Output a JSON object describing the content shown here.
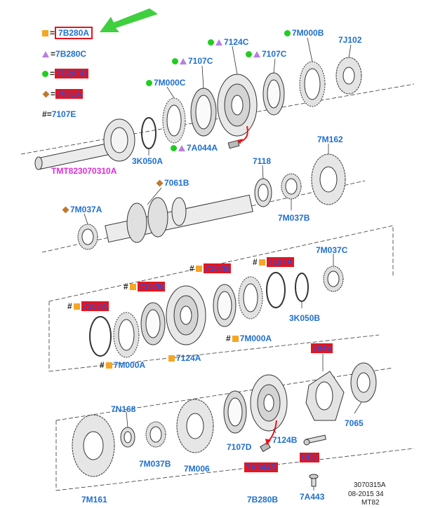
{
  "legend": [
    {
      "marker": "square",
      "eq": "=",
      "code": "7B280A",
      "style": "boxed"
    },
    {
      "marker": "triangle",
      "eq": "=",
      "code": "7B280C",
      "style": "plain"
    },
    {
      "marker": "circle",
      "eq": "=",
      "code": "7B280D",
      "style": "red"
    },
    {
      "marker": "diamond",
      "eq": "=",
      "code": "7061A",
      "style": "red"
    },
    {
      "marker": "hash",
      "eq": "=",
      "code": "7107E",
      "style": "plain"
    }
  ],
  "labels": {
    "l_7m000b": "7M000B",
    "l_7j102": "7J102",
    "l_7124c": "7124C",
    "l_7107c_a": "7107C",
    "l_7107c_b": "7107C",
    "l_7m000c": "7M000C",
    "l_3k050a": "3K050A",
    "l_7a044a": "7A044A",
    "l_tmt": "TMT823070310A",
    "l_7m162": "7M162",
    "l_7118": "7118",
    "l_7061b": "7061B",
    "l_7m037a": "7M037A",
    "l_7m037b_a": "7M037B",
    "l_7m037c": "7M037C",
    "l_7107b_a": "7107B",
    "l_7107a_a": "7107A",
    "l_7107b_b": "7107B",
    "l_7107a_b": "7107A",
    "l_3k050b": "3K050B",
    "l_7m000a_a": "7M000A",
    "l_7m000a_b": "7M000A",
    "l_7124a": "7124A",
    "l_7049": "7049",
    "l_7n168": "7N168",
    "l_7065": "7065",
    "l_7107d": "7107D",
    "l_7124b": "7124B",
    "l_7a044b": "7A044B",
    "l_hb1": "HB1",
    "l_7m037b_b": "7M037B",
    "l_7m006": "7M006",
    "l_7m161": "7M161",
    "l_7b280b": "7B280B",
    "l_7a443": "7A443"
  },
  "footer": {
    "line1": "3070315A",
    "line2": "08-2015 34",
    "line3": "MT82"
  },
  "colors": {
    "square": "#f5a623",
    "triangle": "#b680e0",
    "circle": "#22cc22",
    "diamond": "#c07830",
    "label_blue": "#1f6fcf",
    "highlight_red": "#e8141b",
    "arrow_green": "#3fcf3f",
    "tmt_magenta": "#e02bd6"
  }
}
